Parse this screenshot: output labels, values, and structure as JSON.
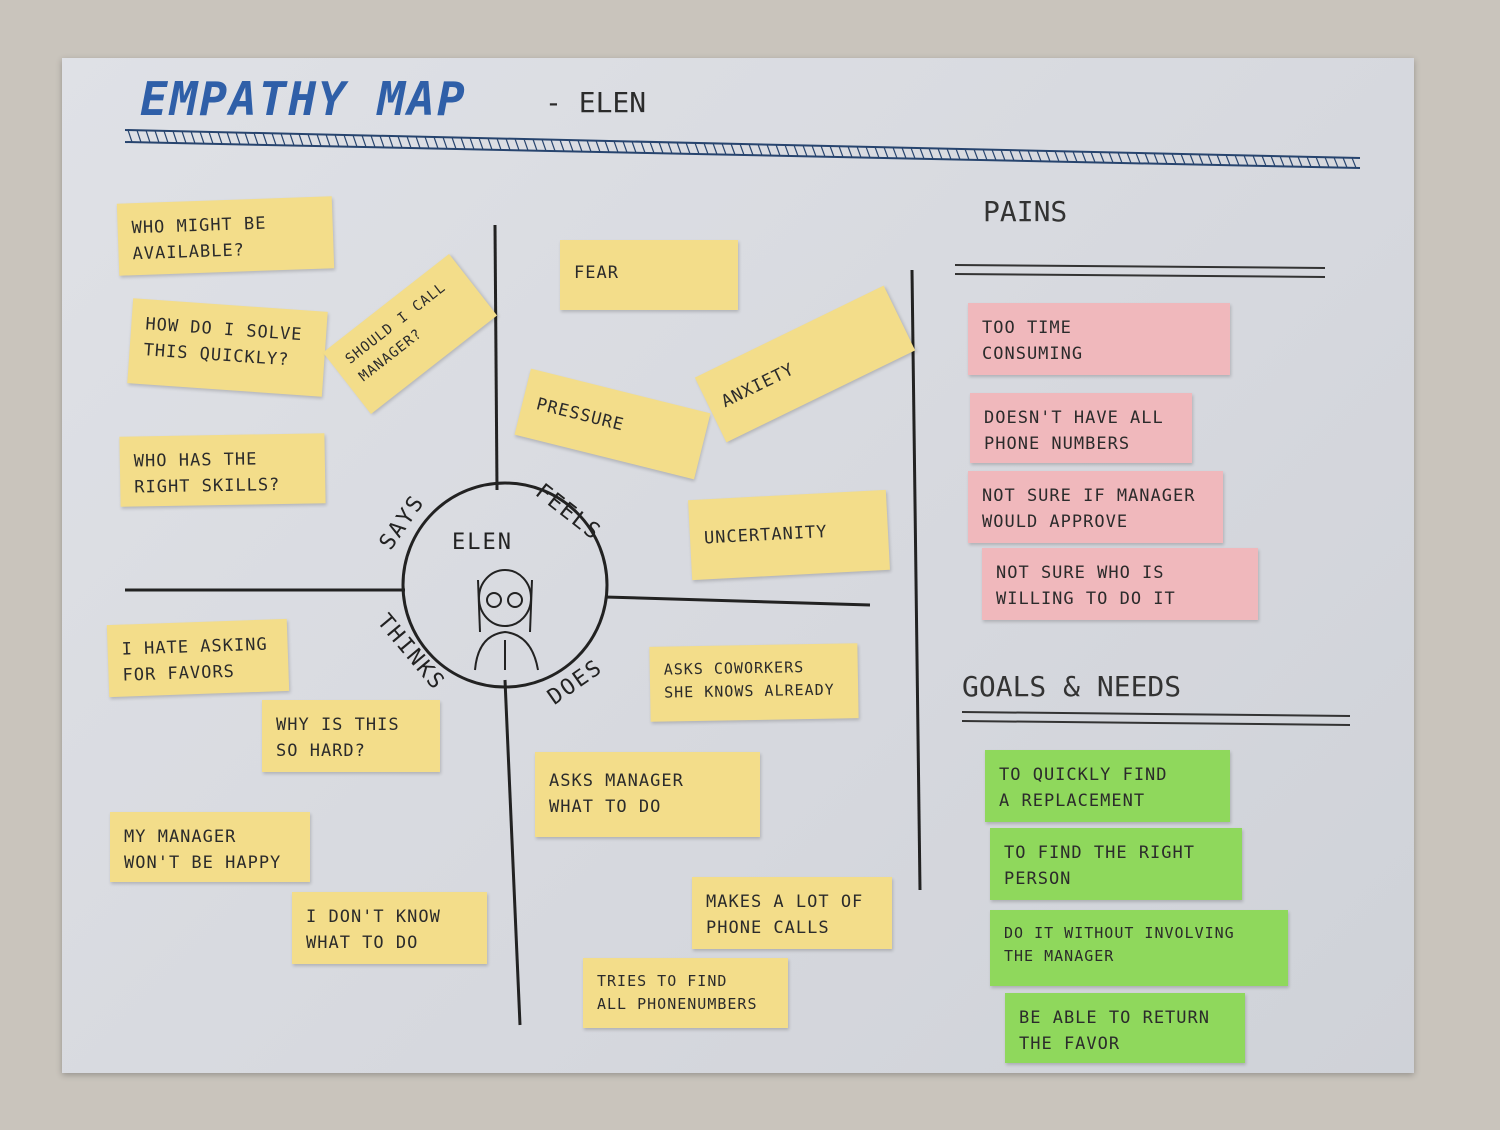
{
  "title": "EMPATHY MAP",
  "title_suffix": "- ELEN",
  "persona": "ELEN",
  "quadrants": {
    "says": "SAYS",
    "feels": "FEELS",
    "thinks": "THINKS",
    "does": "DOES"
  },
  "says_notes": [
    "WHO MIGHT BE\nAVAILABLE?",
    "HOW DO I SOLVE\nTHIS QUICKLY?",
    "SHOULD I CALL\nMANAGER?",
    "WHO HAS THE\nRIGHT SKILLS?"
  ],
  "feels_notes": [
    "FEAR",
    "ANXIETY",
    "PRESSURE",
    "UNCERTANITY"
  ],
  "thinks_notes": [
    "I HATE ASKING\nFOR FAVORS",
    "WHY IS THIS\nSO HARD?",
    "MY MANAGER\nWON'T BE HAPPY",
    "I DON'T KNOW\nWHAT TO DO"
  ],
  "does_notes": [
    "ASKS COWORKERS\nSHE KNOWS ALREADY",
    "ASKS MANAGER\nWHAT TO DO",
    "MAKES A LOT OF\nPHONE CALLS",
    "TRIES TO FIND\nALL PHONENUMBERS"
  ],
  "pains": {
    "heading": "PAINS",
    "items": [
      "TOO TIME\nCONSUMING",
      "DOESN'T HAVE ALL\nPHONE NUMBERS",
      "NOT SURE IF MANAGER\nWOULD APPROVE",
      "NOT SURE WHO IS\nWILLING TO DO IT"
    ]
  },
  "goals": {
    "heading": "GOALS & NEEDS",
    "items": [
      "TO QUICKLY FIND\nA REPLACEMENT",
      "TO FIND THE RIGHT\nPERSON",
      "DO IT WITHOUT INVOLVING\nTHE MANAGER",
      "BE ABLE TO RETURN\nTHE FAVOR"
    ]
  },
  "colors": {
    "yellow_note": "#f3dd8a",
    "pink_note": "#f0b8bc",
    "green_note": "#8fd85c",
    "title_ink": "#2f5fa8"
  }
}
